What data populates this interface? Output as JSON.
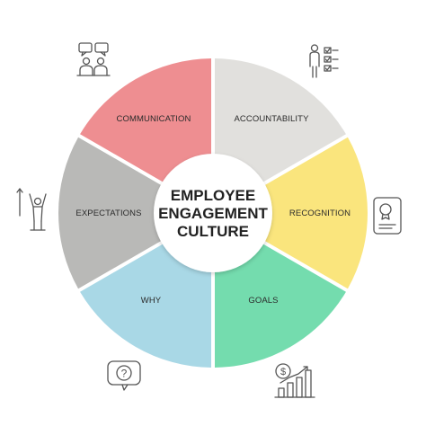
{
  "center": {
    "line1": "EMPLOYEE",
    "line2": "ENGAGEMENT",
    "line3": "CULTURE"
  },
  "segments": [
    {
      "label": "COMMUNICATION",
      "color": "#ee8e91",
      "icon": "people-talking-icon"
    },
    {
      "label": "ACCOUNTABILITY",
      "color": "#e1e0dd",
      "icon": "person-checklist-icon"
    },
    {
      "label": "RECOGNITION",
      "color": "#fae57d",
      "icon": "certificate-icon"
    },
    {
      "label": "GOALS",
      "color": "#74dcae",
      "icon": "growth-chart-icon"
    },
    {
      "label": "WHY",
      "color": "#a9d8e6",
      "icon": "question-bubble-icon"
    },
    {
      "label": "EXPECTATIONS",
      "color": "#b9b9b7",
      "icon": "celebrating-person-icon"
    }
  ],
  "icon_glyphs": {
    "question": "?",
    "dollar": "$"
  }
}
